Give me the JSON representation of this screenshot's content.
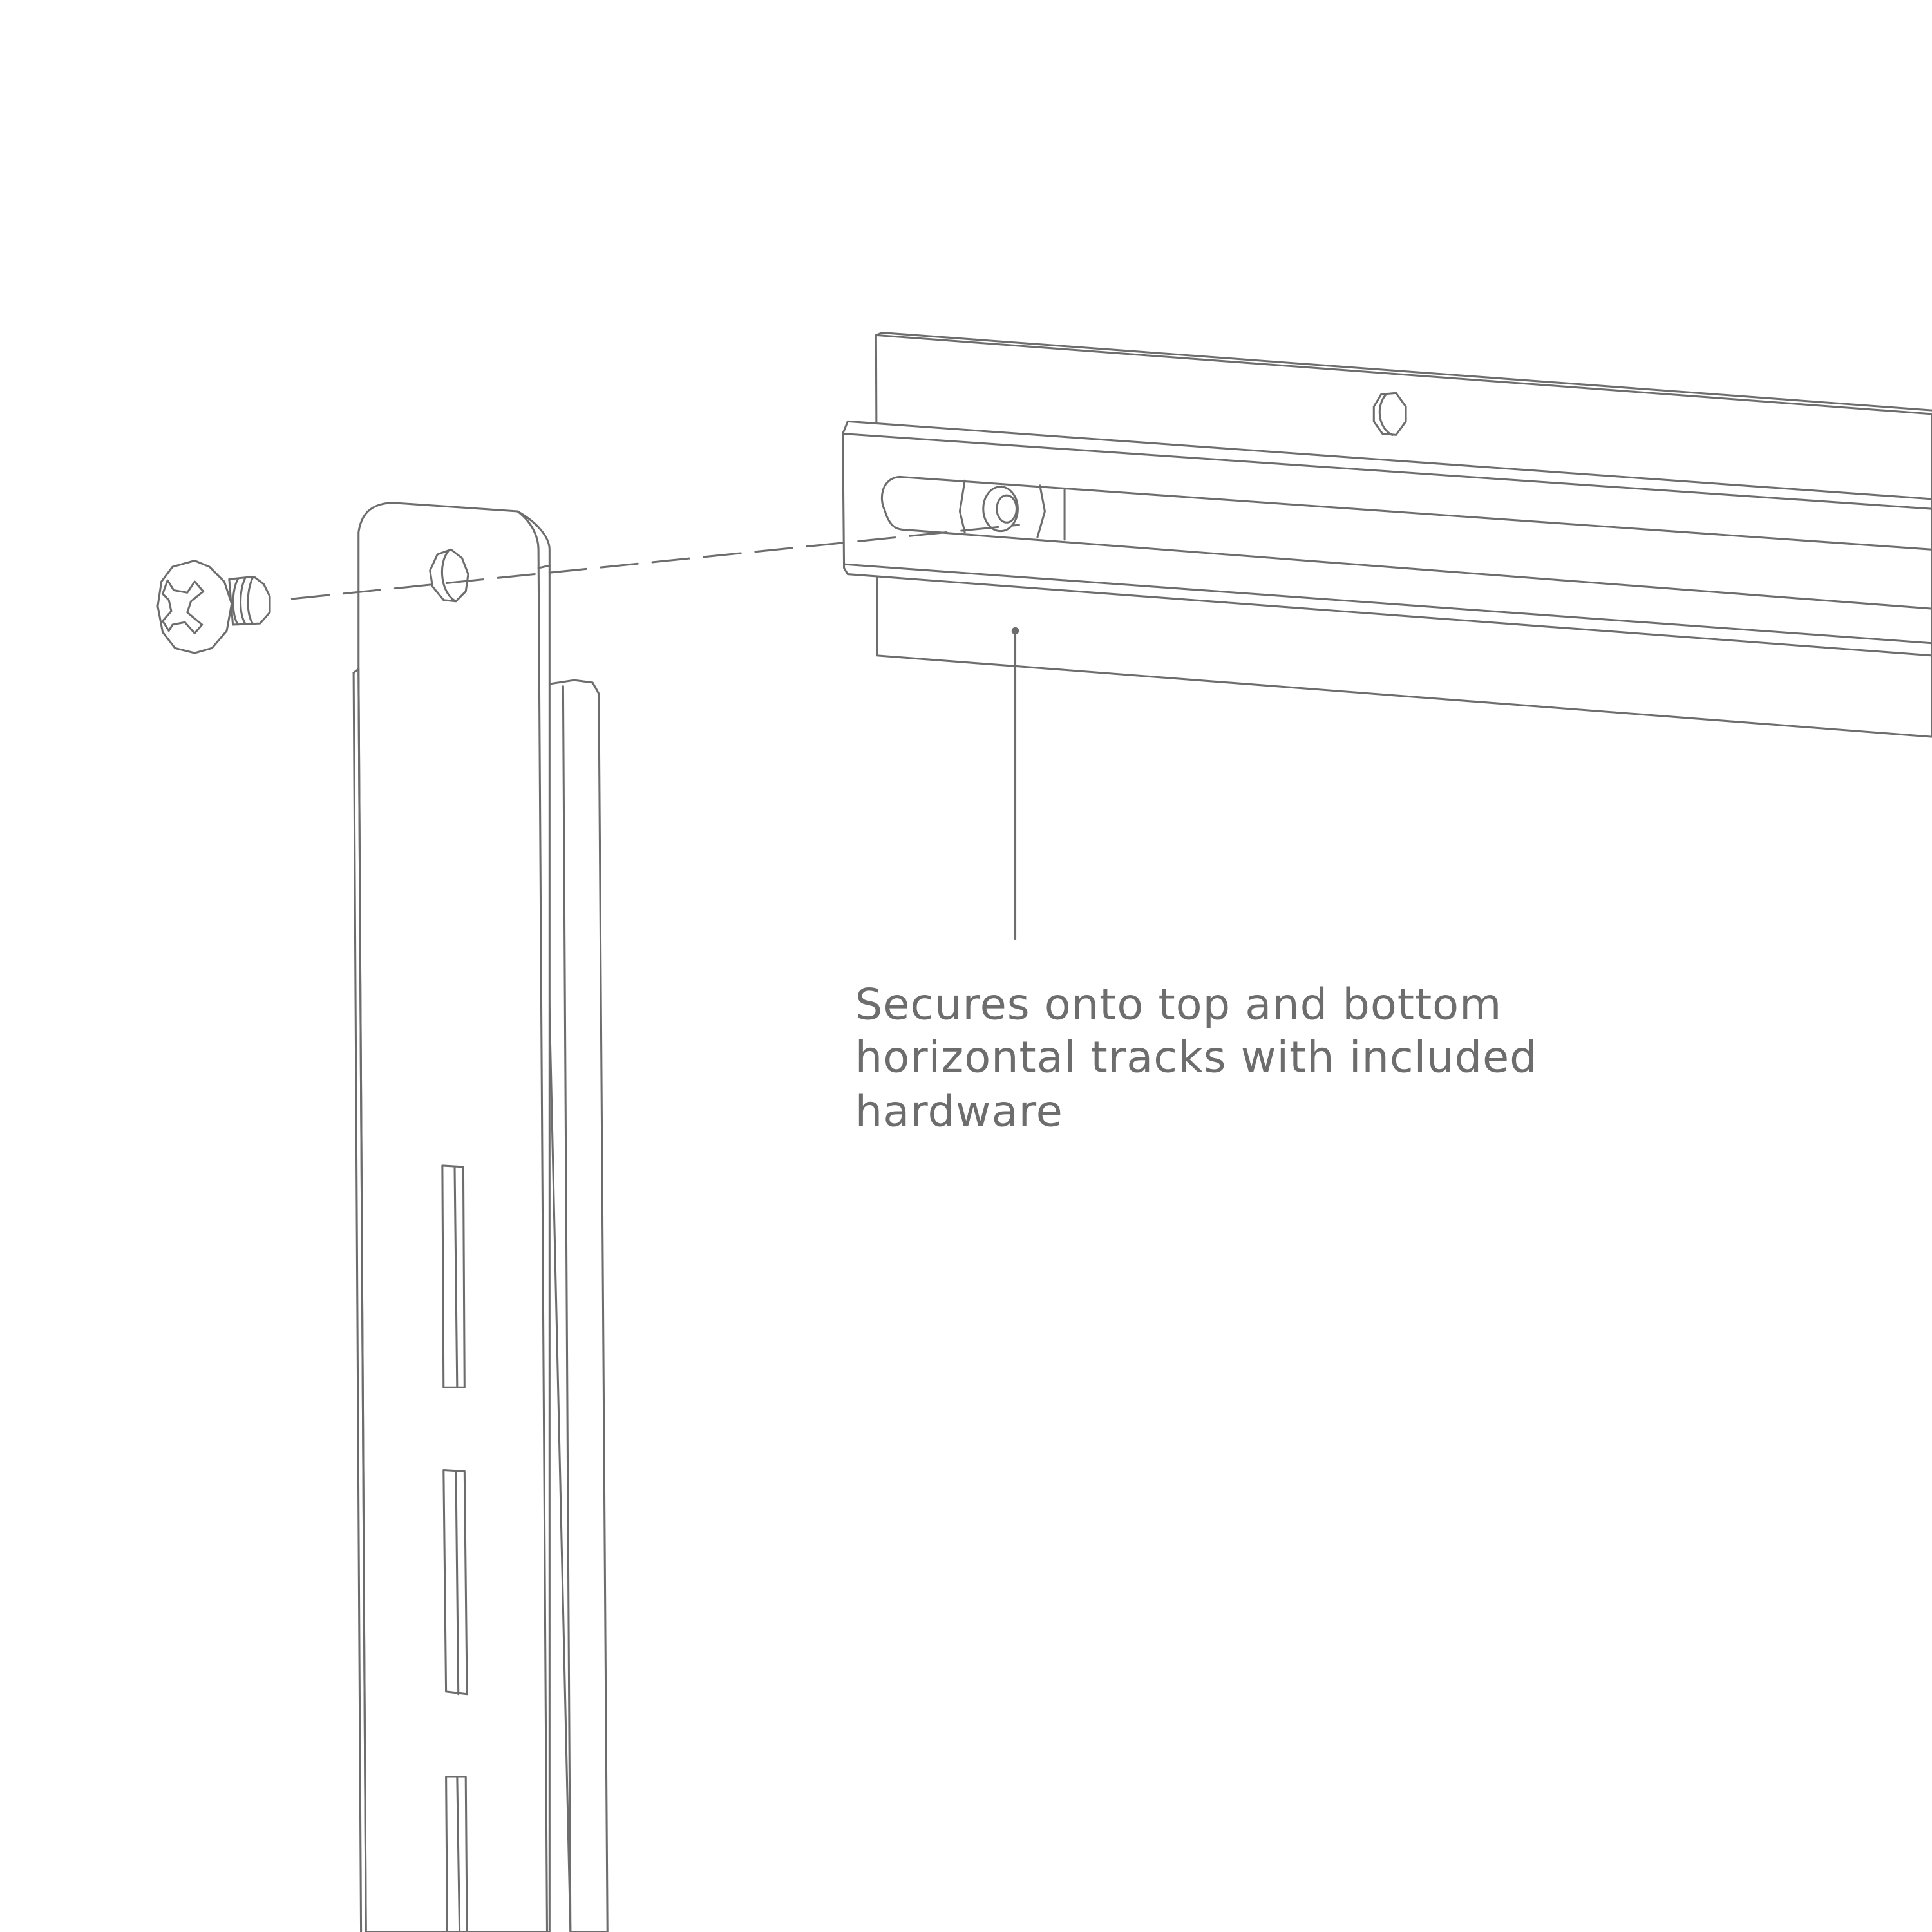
{
  "diagram": {
    "caption_lines": [
      "Secures onto top and bottom",
      "horizontal tracks with included",
      "hardware"
    ],
    "line_color": "#6d6d6d",
    "icons": [
      "screw-icon",
      "vertical-upright-bracket",
      "horizontal-track"
    ]
  }
}
